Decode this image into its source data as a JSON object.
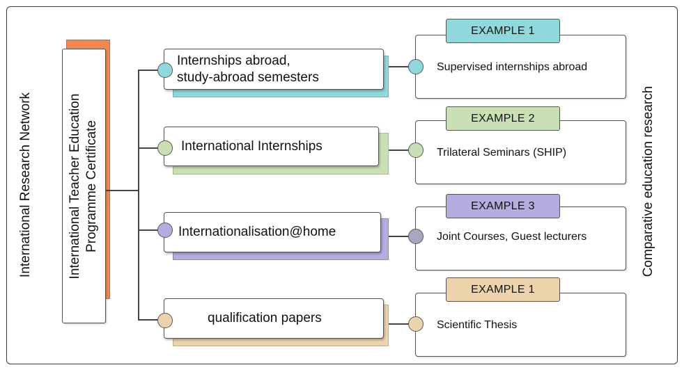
{
  "left_label": "International Research Network",
  "right_label": "Comparative education research",
  "certificate": {
    "line1": "International Teacher Education",
    "line2": "Programme Certificate"
  },
  "rows": [
    {
      "item": "Internships abroad,\nstudy-abroad semesters",
      "tag": "EXAMPLE 1",
      "example": "Supervised internships abroad",
      "color": "#8fd9dc"
    },
    {
      "item": "International Internships",
      "tag": "EXAMPLE 2",
      "example": "Trilateral Seminars (SHIP)",
      "color": "#c8e0b3"
    },
    {
      "item": "Internationalisation@home",
      "tag": "EXAMPLE 3",
      "example": "Joint Courses, Guest lecturers",
      "color": "#b3ade0"
    },
    {
      "item": "qualification papers",
      "tag": "EXAMPLE 1",
      "example": "Scientific Thesis",
      "color": "#ecd3ab"
    }
  ],
  "colors": {
    "cert_accent": "#f0884f",
    "dot_row3_right": "#a7a7c4"
  }
}
